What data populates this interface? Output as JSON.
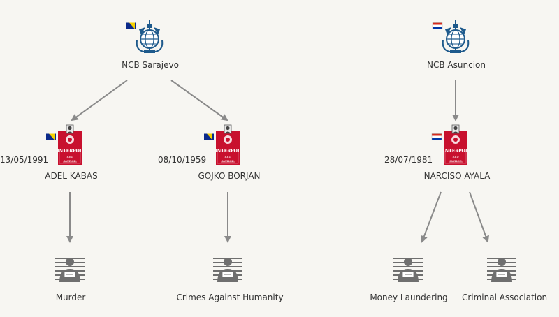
{
  "ncb_nodes": [
    {
      "id": "ncb-sarajevo",
      "label": "NCB Sarajevo",
      "flag": "bosnia-flag-icon",
      "icon": "interpol-globe-icon"
    },
    {
      "id": "ncb-asuncion",
      "label": "NCB Asuncion",
      "flag": "paraguay-flag-icon",
      "icon": "interpol-globe-icon"
    }
  ],
  "persons": [
    {
      "id": "adel-kabas",
      "name": "ADEL KABAS",
      "dob": "13/05/1991",
      "flag": "bosnia-flag-icon",
      "notice": "red-notice-icon"
    },
    {
      "id": "gojko-borjan",
      "name": "GOJKO BORJAN",
      "dob": "08/10/1959",
      "flag": "bosnia-flag-icon",
      "notice": "red-notice-icon"
    },
    {
      "id": "narciso-ayala",
      "name": "NARCISO AYALA",
      "dob": "28/07/1981",
      "flag": "paraguay-flag-icon",
      "notice": "red-notice-icon"
    }
  ],
  "crimes": [
    {
      "id": "murder",
      "label": "Murder",
      "icon": "prisoner-icon"
    },
    {
      "id": "crimes-against-humanity",
      "label": "Crimes Against Humanity",
      "icon": "prisoner-icon"
    },
    {
      "id": "money-laundering",
      "label": "Money Laundering",
      "icon": "prisoner-icon"
    },
    {
      "id": "criminal-association",
      "label": "Criminal Association",
      "icon": "prisoner-icon"
    }
  ],
  "notice_text": {
    "org": "INTERPOL",
    "kind": "RED",
    "word": "NOTICE"
  },
  "colors": {
    "edge": "#8a8a8a",
    "notice_red": "#c8102e",
    "icon_blue": "#1e5a8c",
    "prisoner": "#6f6f6f"
  }
}
